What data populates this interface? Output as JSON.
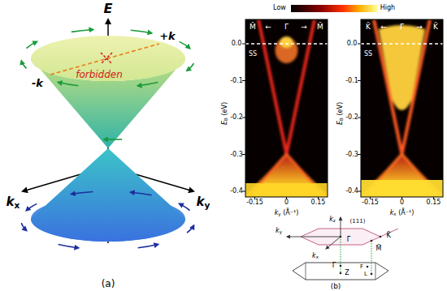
{
  "diagram": {
    "labels": [
      "E",
      "+k",
      "-k",
      "forbidden",
      "kx",
      "ky",
      "(a)",
      "Low",
      "High",
      "M̄",
      "←",
      "Γ̄",
      "→",
      "M̄",
      "SS",
      "0.0",
      "-0.1",
      "-0.2",
      "-0.3",
      "-0.4",
      "EB (eV)",
      "-0.15",
      "0",
      "0.15",
      "ky (Å⁻¹)",
      "K̄",
      "←",
      "Γ̄",
      "→",
      "K̄",
      "SS",
      "0.0",
      "-0.1",
      "-0.2",
      "-0.3",
      "-0.4",
      "EB (eV)",
      "-0.15",
      "0",
      "0.15",
      "kx (Å⁻¹)",
      "kz",
      "(111)",
      "ky",
      "Γ̄",
      "K̄",
      "M̄",
      "kx",
      "Γ",
      "Z",
      "F",
      "L",
      "(b)"
    ]
  }
}
